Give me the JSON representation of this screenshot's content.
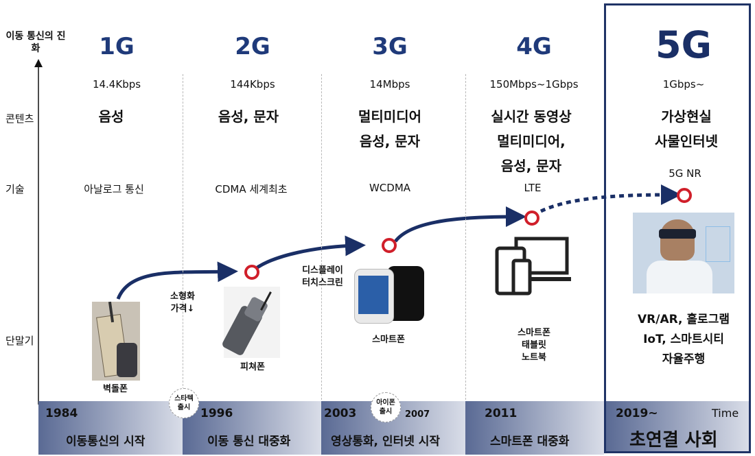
{
  "axis": {
    "y_title": "이동 통신의 진화",
    "x_title": "Time",
    "rows": [
      "콘텐츠",
      "기술",
      "단말기"
    ]
  },
  "generations": [
    {
      "name": "1G",
      "speed": "14.4Kbps",
      "content": [
        "음성"
      ],
      "tech": "아날로그 통신",
      "device": [
        "벽돌폰"
      ],
      "year": "1984",
      "era": "이동통신의 시작"
    },
    {
      "name": "2G",
      "speed": "144Kbps",
      "content": [
        "음성, 문자"
      ],
      "tech": "CDMA 세계최초",
      "device": [
        "피쳐폰"
      ],
      "year": "1996",
      "era": "이동 통신 대중화"
    },
    {
      "name": "3G",
      "speed": "14Mbps",
      "content": [
        "멀티미디어",
        "음성, 문자"
      ],
      "tech": "WCDMA",
      "device": [
        "스마트폰"
      ],
      "year": "2003",
      "year2": "2007",
      "era": "영상통화, 인터넷 시작"
    },
    {
      "name": "4G",
      "speed": "150Mbps~1Gbps",
      "content": [
        "실시간 동영상",
        "멀티미디어,",
        "음성, 문자"
      ],
      "tech": "LTE",
      "device": [
        "스마트폰",
        "태블릿",
        "노트북"
      ],
      "year": "2011",
      "era": "스마트폰 대중화"
    },
    {
      "name": "5G",
      "speed": "1Gbps~",
      "content": [
        "가상현실",
        "사물인터넷"
      ],
      "tech": "5G NR",
      "device": [
        "VR/AR, 홀로그램",
        "IoT, 스마트시티",
        "자율주행"
      ],
      "year": "2019~",
      "era": "초연결 사회"
    }
  ],
  "annotations": {
    "arrow1": [
      "소형화",
      "가격↓"
    ],
    "arrow2": [
      "디스플레이",
      "터치스크린"
    ],
    "badge1": [
      "스타텍",
      "출시"
    ],
    "badge2": [
      "아이폰",
      "출시"
    ]
  },
  "colors": {
    "navy": "#1f3a7a",
    "ring": "#d01f2a",
    "band_dark": "#5a6a94",
    "band_light": "#d9dde8"
  }
}
